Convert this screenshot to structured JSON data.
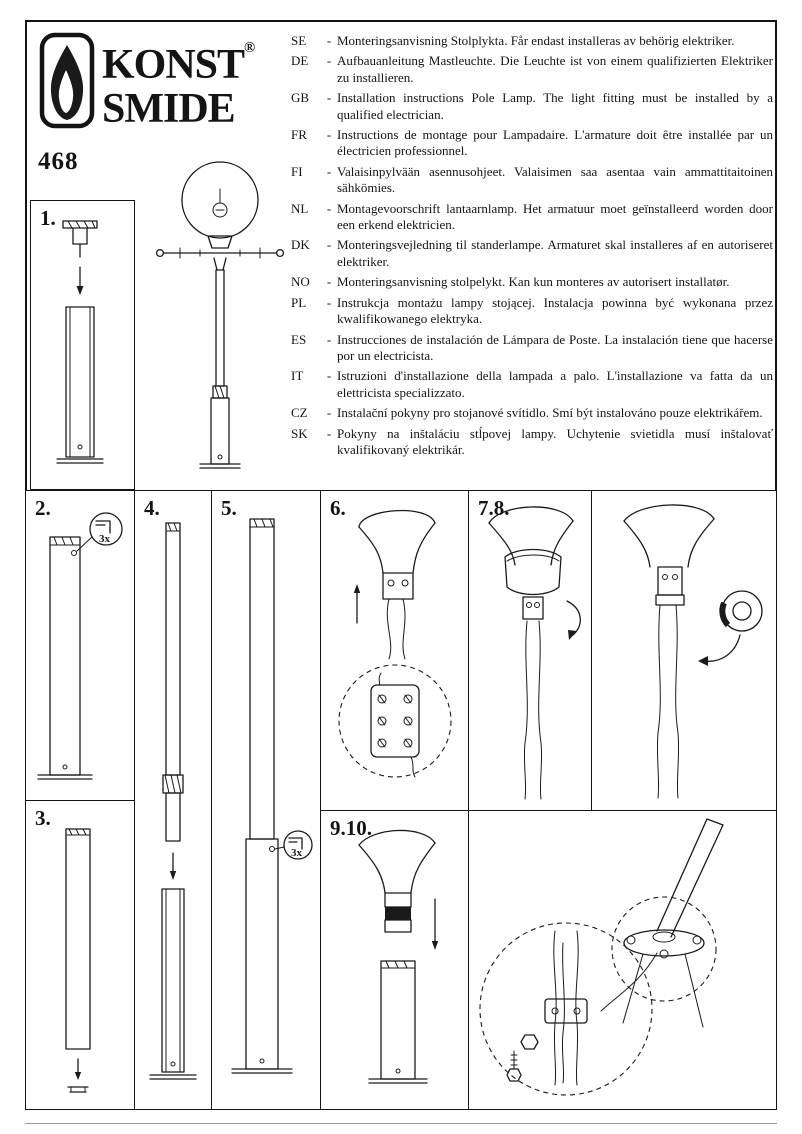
{
  "brand": {
    "name_line1": "KONST",
    "name_line2": "SMIDE",
    "registered": "®"
  },
  "model": "468",
  "separator": "-",
  "steps": {
    "s1": "1.",
    "s2": "2.",
    "s3": "3.",
    "s4": "4.",
    "s5": "5.",
    "s6": "6.",
    "s78": "7.8.",
    "s910": "9.10."
  },
  "labels": {
    "screw_count": "3x"
  },
  "instructions": [
    {
      "lang": "SE",
      "text": "Monteringsanvisning Stolplykta. Får endast installeras av behörig elektriker."
    },
    {
      "lang": "DE",
      "text": "Aufbauanleitung Mastleuchte. Die Leuchte ist von einem qualifizierten Elektriker zu installieren."
    },
    {
      "lang": "GB",
      "text": "Installation instructions Pole Lamp. The light fitting must be installed by a qualified electrician."
    },
    {
      "lang": "FR",
      "text": "Instructions de montage pour Lampadaire. L'armature doit être installée par un électricien professionnel."
    },
    {
      "lang": "FI",
      "text": "Valaisinpylvään asennusohjeet. Valaisimen saa asentaa vain ammattitaitoinen sähkömies."
    },
    {
      "lang": "NL",
      "text": "Montagevoorschrift lantaarnlamp. Het armatuur moet geïnstalleerd worden door een erkend elektricien."
    },
    {
      "lang": "DK",
      "text": "Monteringsvejledning til standerlampe. Armaturet skal installeres af en autoriseret elektriker."
    },
    {
      "lang": "NO",
      "text": "Monteringsanvisning stolpelykt. Kan kun monteres av autorisert installatør."
    },
    {
      "lang": "PL",
      "text": "Instrukcja montażu lampy stojącej. Instalacja powinna być wykonana przez kwalifikowanego elektryka."
    },
    {
      "lang": "ES",
      "text": "Instrucciones de instalación de Lámpara de Poste. La instalación tiene que hacerse por un electricista."
    },
    {
      "lang": "IT",
      "text": "Istruzioni d'installazione della lampada a palo. L'installazione va fatta da un elettricista specializzato."
    },
    {
      "lang": "CZ",
      "text": "Instalační pokyny pro stojanové svítidlo. Smí být instalováno pouze elektrikářem."
    },
    {
      "lang": "SK",
      "text": "Pokyny na inštaláciu stĺpovej lampy. Uchytenie svietidla musí inštalovať kvalifikovaný elektrikár."
    }
  ]
}
